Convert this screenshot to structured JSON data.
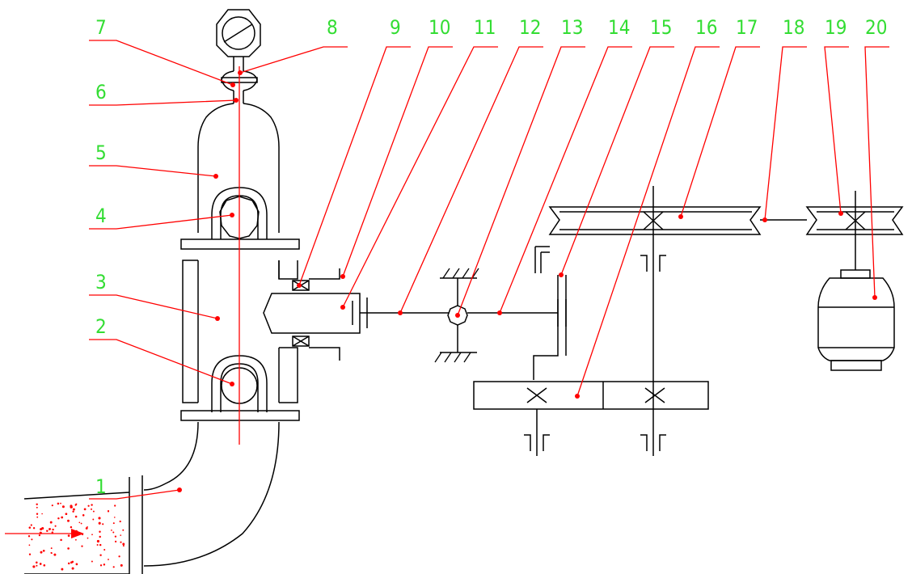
{
  "diagram": {
    "colors": {
      "outline": "#000000",
      "leader": "#ff0000",
      "label": "#33dd33",
      "background": "#ffffff"
    },
    "labels": [
      {
        "id": 1,
        "text": "1"
      },
      {
        "id": 2,
        "text": "2"
      },
      {
        "id": 3,
        "text": "3"
      },
      {
        "id": 4,
        "text": "4"
      },
      {
        "id": 5,
        "text": "5"
      },
      {
        "id": 6,
        "text": "6"
      },
      {
        "id": 7,
        "text": "7"
      },
      {
        "id": 8,
        "text": "8"
      },
      {
        "id": 9,
        "text": "9"
      },
      {
        "id": 10,
        "text": "10"
      },
      {
        "id": 11,
        "text": "11"
      },
      {
        "id": 12,
        "text": "12"
      },
      {
        "id": 13,
        "text": "13"
      },
      {
        "id": 14,
        "text": "14"
      },
      {
        "id": 15,
        "text": "15"
      },
      {
        "id": 16,
        "text": "16"
      },
      {
        "id": 17,
        "text": "17"
      },
      {
        "id": 18,
        "text": "18"
      },
      {
        "id": 19,
        "text": "19"
      },
      {
        "id": 20,
        "text": "20"
      }
    ]
  }
}
